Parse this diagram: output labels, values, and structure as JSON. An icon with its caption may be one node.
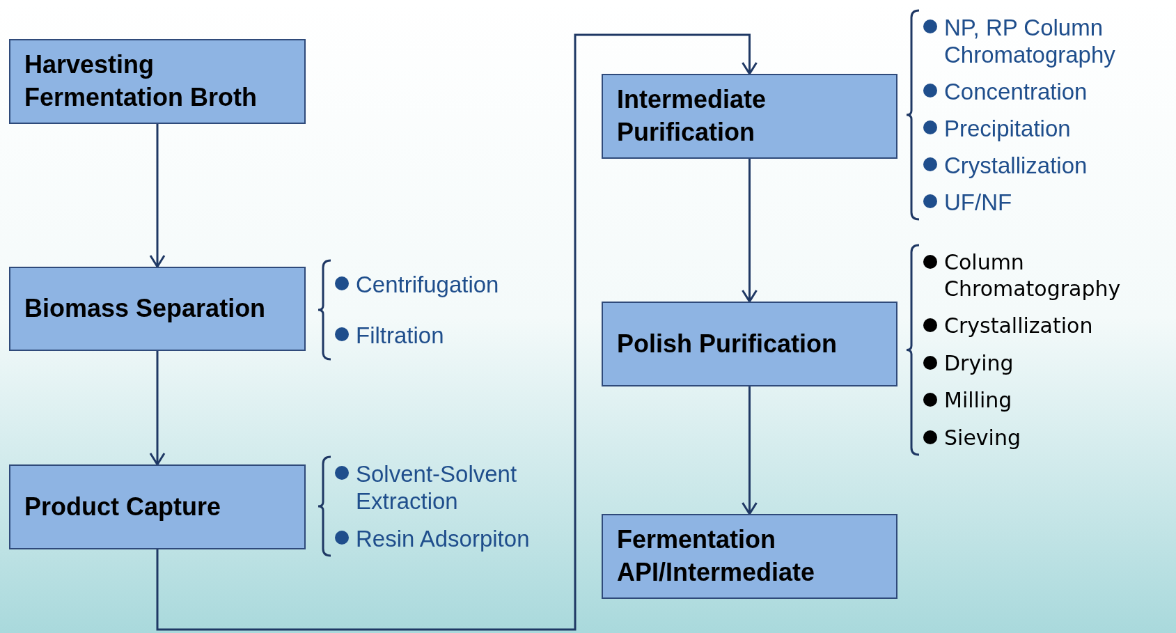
{
  "diagram": {
    "nodes": [
      {
        "text": [
          "Harvesting Fermentation Broth"
        ]
      },
      {
        "text": [
          "Biomass Separation"
        ],
        "beside": [
          "Centrifugation",
          "Filtration"
        ]
      },
      {
        "text": [
          "Product Capture"
        ],
        "beside": [
          "Solvent-Solvent Extraction",
          "Resin Adsorpiton"
        ]
      },
      {
        "text": [
          "Intermediate Purification"
        ],
        "beside": [
          "NP, RP Column Chromatography",
          "Concentration",
          "Precipitation",
          "Crystallization",
          "UF/NF"
        ]
      },
      {
        "text": [
          "Polish Purification"
        ],
        "beside": [
          "Column Chromatography",
          "Crystallization",
          "Drying",
          "Milling",
          "Sieving"
        ]
      },
      {
        "text": [
          "Fermentation API/Intermediate"
        ]
      }
    ],
    "edges": [
      {
        "from": 0,
        "to": 1,
        "arrow": "to"
      },
      {
        "from": 1,
        "to": 2,
        "arrow": "to"
      },
      {
        "from": 2,
        "to": 3,
        "arrow": "to"
      },
      {
        "from": 3,
        "to": 4,
        "arrow": "to"
      },
      {
        "from": 4,
        "to": 5,
        "arrow": "to"
      }
    ]
  }
}
